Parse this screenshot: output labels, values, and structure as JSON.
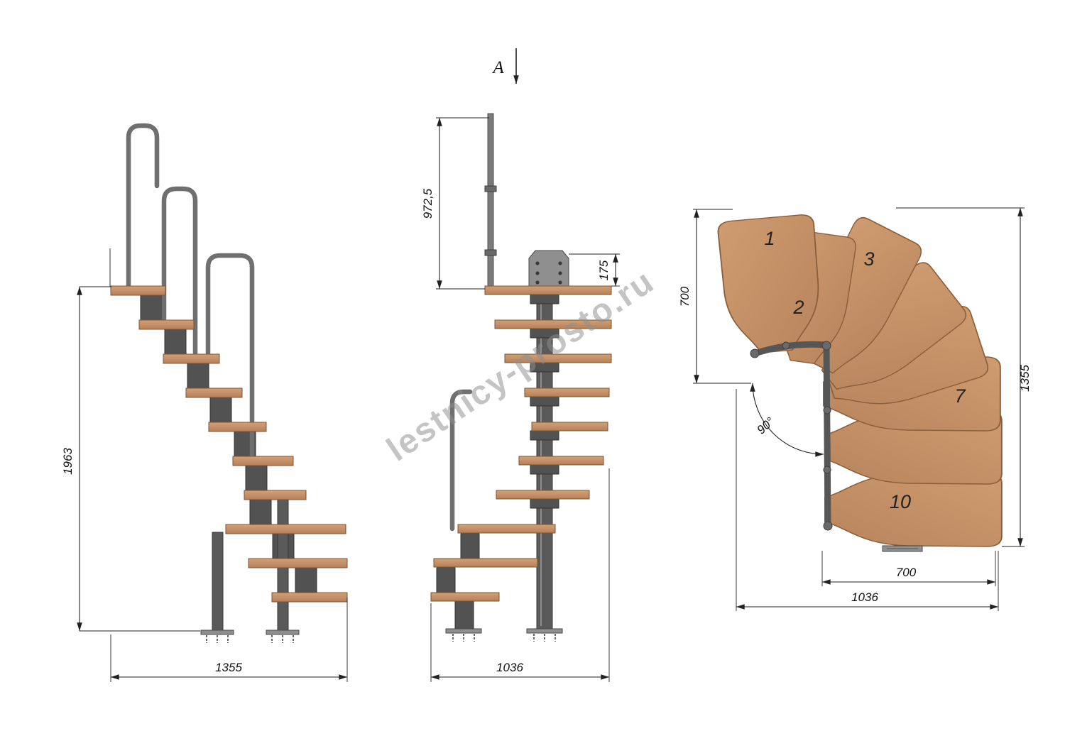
{
  "watermark": "lestnicy-prosto.ru",
  "section_label": "A",
  "side_view": {
    "height": "1963",
    "width": "1355"
  },
  "front_view": {
    "rail_height": "972,5",
    "plate_height": "175",
    "width": "1036"
  },
  "plan_view": {
    "flight_width": "700",
    "total_length": "1355",
    "bottom_width": "700",
    "total_width": "1036",
    "turn_angle": "90°",
    "tread_numbers": [
      "1",
      "2",
      "3",
      "7",
      "10"
    ]
  },
  "colors": {
    "wood": "#c8946a",
    "wood_dark": "#b07e52",
    "metal": "#525252",
    "dimension": "#222222",
    "watermark": "#8f8f8f"
  }
}
